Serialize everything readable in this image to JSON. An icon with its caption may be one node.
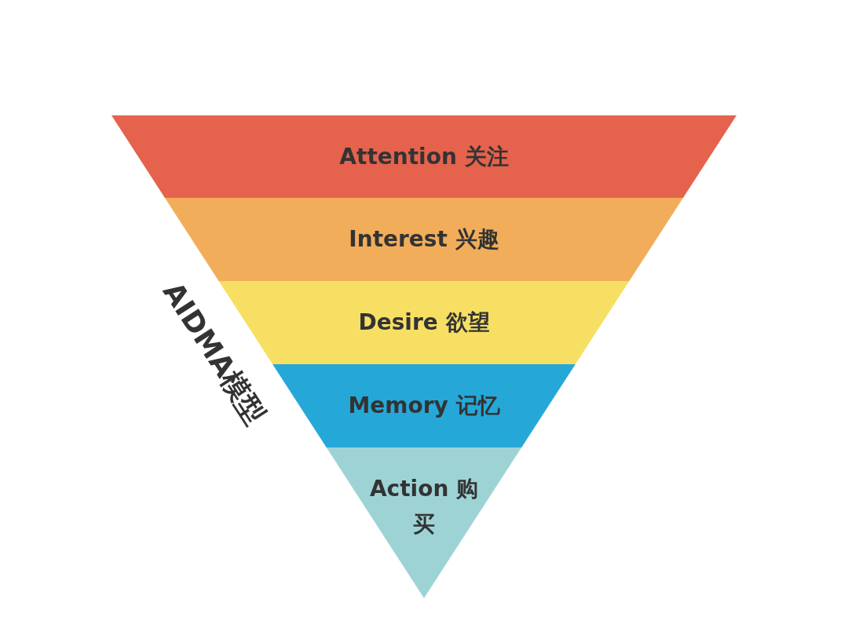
{
  "diagram": {
    "nodes": [
      {
        "text": [
          "Attention 关注"
        ]
      },
      {
        "text": [
          "Interest 兴趣"
        ]
      },
      {
        "text": [
          "Desire 欲望"
        ]
      },
      {
        "text": [
          "Memory 记忆"
        ]
      },
      {
        "text": [
          "Action 购买"
        ]
      }
    ],
    "labels": [
      "AIDMA模型"
    ]
  }
}
